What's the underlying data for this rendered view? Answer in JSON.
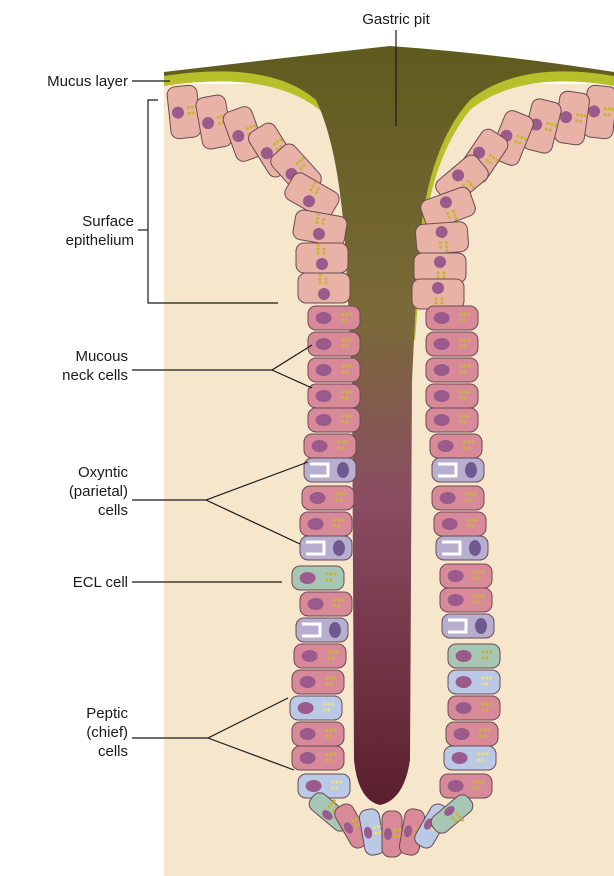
{
  "labels": {
    "gastric_pit": "Gastric pit",
    "mucus_layer": "Mucus layer",
    "surface_epithelium": [
      "Surface",
      "epithelium"
    ],
    "mucous_neck_cells": [
      "Mucous",
      "neck cells"
    ],
    "oxyntic_cells": [
      "Oxyntic",
      "(parietal)",
      "cells"
    ],
    "ecl_cell": "ECL cell",
    "peptic_cells": [
      "Peptic",
      "(chief)",
      "cells"
    ]
  },
  "colors": {
    "tissue_bg": "#f5e6cc",
    "mucus": "#b7bf2a",
    "lumen_top": "#5f5b1e",
    "lumen_bottom": "#5a1f2c",
    "surface_cell": "#e8b3a6",
    "neck_cell": "#d98a98",
    "parietal_cell": "#b8aed0",
    "chief_cell": "#b9c9e6",
    "ecl_cell": "#a6c7b3",
    "nucleus": "#9a5a8c",
    "granules": "#c9b43a",
    "outline": "#6a4a55"
  }
}
